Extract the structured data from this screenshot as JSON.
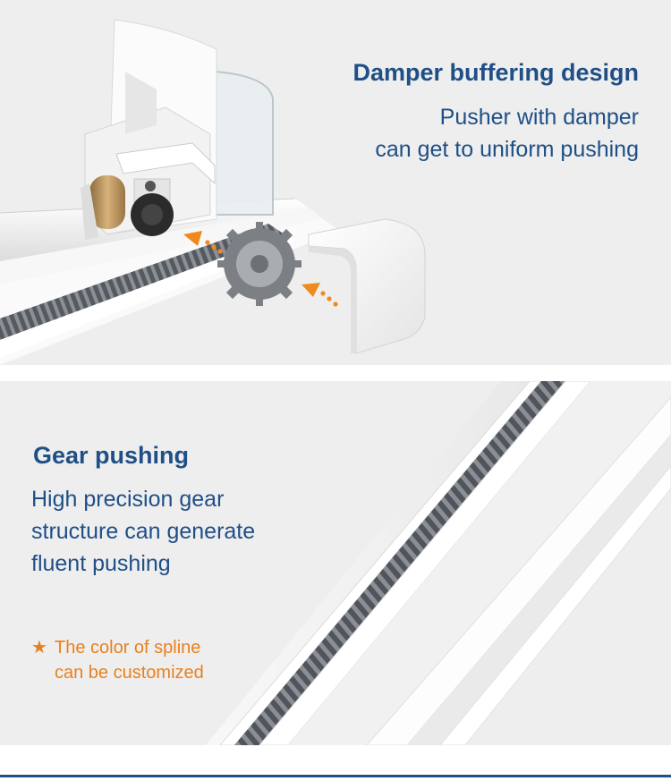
{
  "colors": {
    "heading": "#1f4f86",
    "body_text": "#1f4f86",
    "note_accent": "#e8801e",
    "panel_background": "#eeeeee",
    "rack_teeth": "#5a5e63"
  },
  "section_damper": {
    "title": "Damper buffering design",
    "description_lines": [
      "Pusher with damper",
      "can get to uniform pushing"
    ],
    "illustration": {
      "depicts": [
        "pusher-module",
        "damper-gear-wheel",
        "end-cap",
        "rack-rail"
      ],
      "arrow_icons": [
        "dotted-arrow-icon",
        "dotted-arrow-icon"
      ]
    }
  },
  "section_gear": {
    "title": "Gear pushing",
    "description_lines": [
      "High precision gear",
      "structure can generate",
      "fluent pushing"
    ],
    "note": {
      "star_icon": "★",
      "lines": [
        "The color of spline",
        "can be customized"
      ]
    },
    "illustration": {
      "depicts": [
        "diagonal-rack-rail"
      ]
    }
  }
}
